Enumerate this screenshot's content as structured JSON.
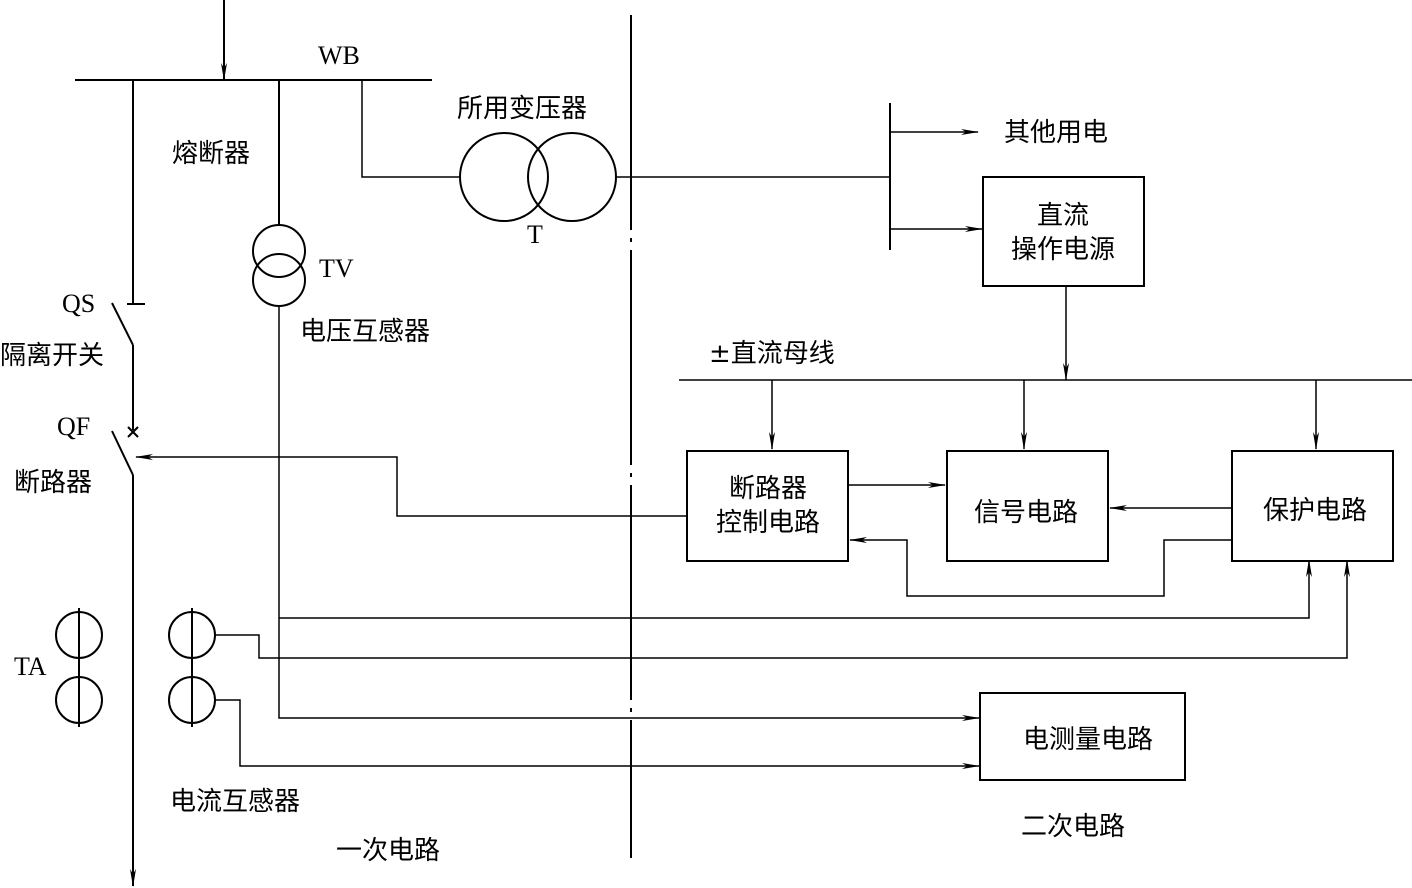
{
  "labels": {
    "wb": "WB",
    "transformer_name": "所用变压器",
    "transformer_t": "T",
    "fuse": "熔断器",
    "tv": "TV",
    "vt_name": "电压互感器",
    "qs": "QS",
    "isolator": "隔离开关",
    "qf": "QF",
    "breaker": "断路器",
    "ta": "TA",
    "ct_name": "电流互感器",
    "primary": "一次电路",
    "secondary": "二次电路",
    "other_use": "其他用电",
    "dc_bus": "±直流母线"
  },
  "boxes": {
    "dc_power": [
      "直流",
      "操作电源"
    ],
    "breaker_ctrl": [
      "断路器",
      "控制电路"
    ],
    "signal": "信号电路",
    "protection": "保护电路",
    "measure": "电测量电路"
  }
}
